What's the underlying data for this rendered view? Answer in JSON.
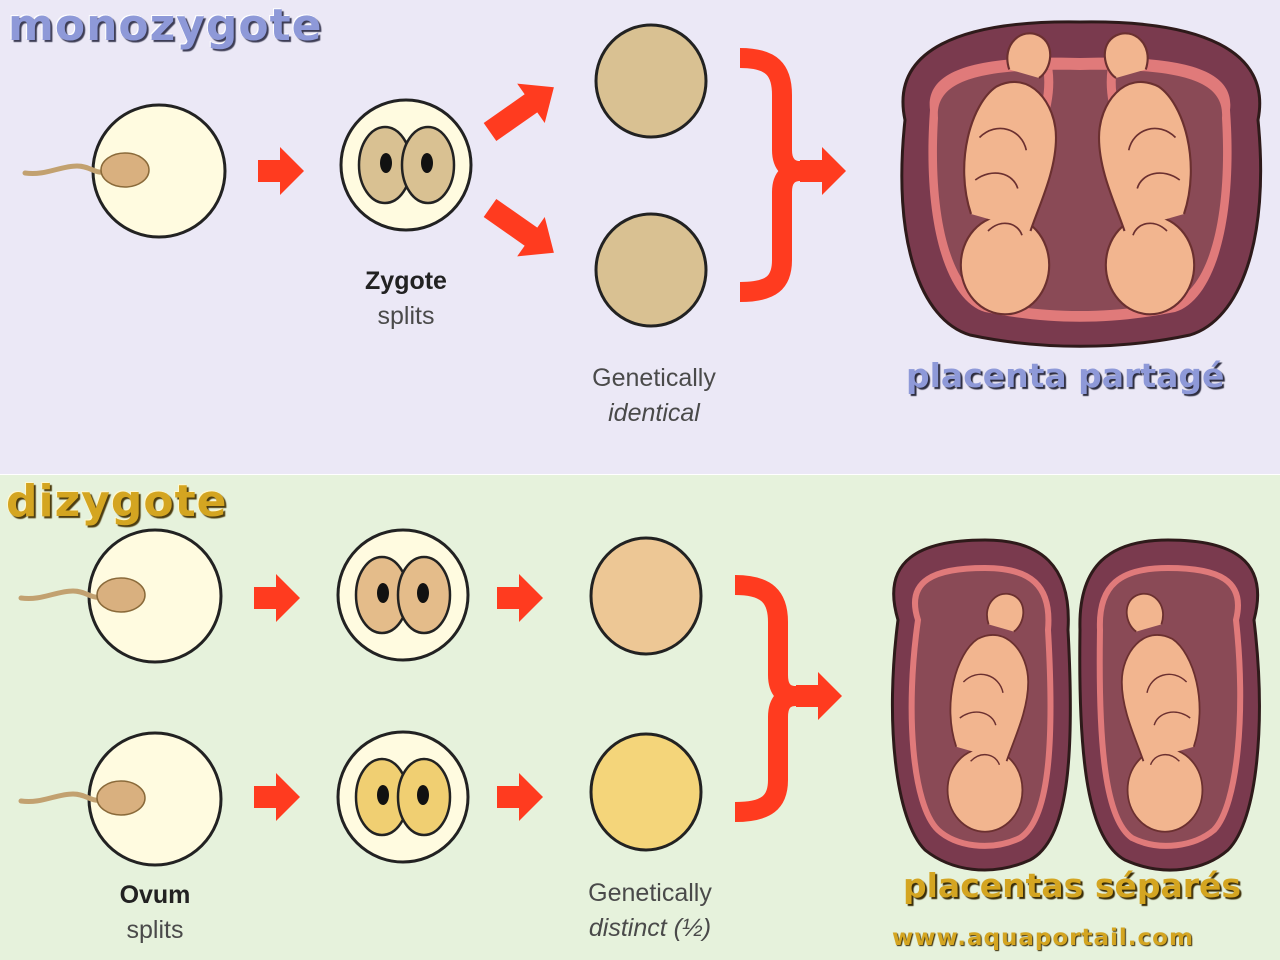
{
  "sections": {
    "mono": {
      "heading": "monozygote",
      "zygote_caption": {
        "strong": "Zygote",
        "line2": "splits"
      },
      "result_caption": {
        "line1": "Genetically",
        "line2": "identical"
      },
      "placenta_label": "placenta partagé"
    },
    "di": {
      "heading": "dizygote",
      "ovum_caption": {
        "strong": "Ovum",
        "line2": "splits"
      },
      "result_caption": {
        "line1": "Genetically",
        "line2": "distinct (½)"
      },
      "placenta_label": "placentas séparés"
    }
  },
  "watermark": "www.aquaportail.com",
  "colors": {
    "top_background": "#ebe8f6",
    "bottom_background": "#e6f2dc",
    "arrow": "#ff3b1f",
    "ovum": "#fffbe0",
    "egg_mono": "#d9c192",
    "egg_di_1": "#edc795",
    "egg_di_2": "#f4d57a",
    "uterus": "#7a3a4e",
    "fetus": "#f2b58f"
  }
}
